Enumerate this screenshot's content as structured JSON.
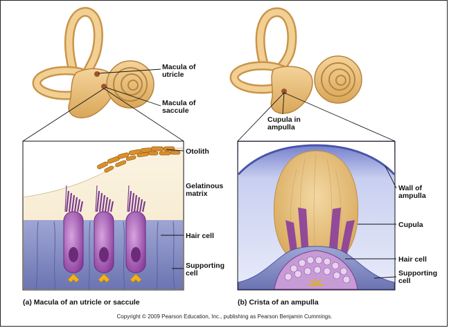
{
  "panel_a": {
    "labels": {
      "macula_utricle": [
        "Macula of",
        "utricle"
      ],
      "macula_saccule": [
        "Macula of",
        "saccule"
      ],
      "otolith": "Otolith",
      "gelatinous_matrix": [
        "Gelatinous",
        "matrix"
      ],
      "hair_cell": "Hair cell",
      "supporting_cell": [
        "Supporting",
        "cell"
      ]
    },
    "caption": "(a) Macula of an utricle or saccule"
  },
  "panel_b": {
    "labels": {
      "cupula_ampulla": [
        "Cupula in",
        "ampulla"
      ],
      "wall_ampulla": [
        "Wall of",
        "ampulla"
      ],
      "cupula": "Cupula",
      "hair_cell": "Hair cell",
      "supporting_cell": [
        "Supporting",
        "cell"
      ]
    },
    "caption": "(b) Crista of an ampulla"
  },
  "copyright": "Copyright © 2009 Pearson Education, Inc., publishing as Pearson Benjamin Cummings."
}
